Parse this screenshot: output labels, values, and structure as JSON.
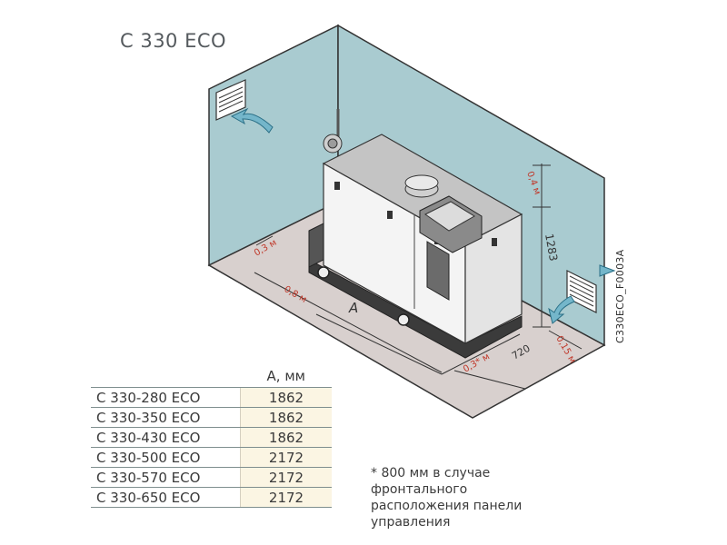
{
  "title": "C 330 ECO",
  "drawing_code": "C330ECO_F0003A",
  "dimensions": {
    "left_clearance": "0,3 м",
    "front_clearance_long": "0,8 м",
    "length_label": "A",
    "front_clearance": "0,3* м",
    "depth": "720",
    "top_clearance": "0,4 м",
    "height": "1283",
    "right_clearance": "0,15 м"
  },
  "table": {
    "header": "A, мм",
    "rows": [
      {
        "model": "C 330-280 ECO",
        "value": "1862"
      },
      {
        "model": "C 330-350 ECO",
        "value": "1862"
      },
      {
        "model": "C 330-430 ECO",
        "value": "1862"
      },
      {
        "model": "C 330-500 ECO",
        "value": "2172"
      },
      {
        "model": "C 330-570 ECO",
        "value": "2172"
      },
      {
        "model": "C 330-650 ECO",
        "value": "2172"
      }
    ]
  },
  "footnote": "* 800 мм в случае\nфронтального\nрасположения панели\nуправления",
  "colors": {
    "wall": "#a9cbd0",
    "floor": "#d8d0ce",
    "arrow": "#74b6ca",
    "boiler_top": "#c4c4c4"
  }
}
